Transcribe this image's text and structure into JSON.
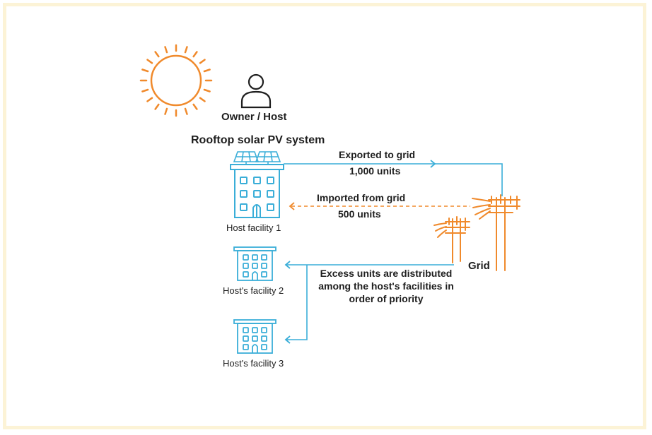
{
  "owner_label": "Owner / Host",
  "system_label": "Rooftop solar PV system",
  "export": {
    "line1": "Exported to grid",
    "line2": "1,000 units"
  },
  "import": {
    "line1": "Imported from grid",
    "line2": "500 units"
  },
  "grid_label": "Grid",
  "facilities": [
    "Host facility 1",
    "Host's facility 2",
    "Host's facility 3"
  ],
  "excess_note": [
    "Excess units are distributed",
    "among the host's facilities in",
    "order of priority"
  ],
  "colors": {
    "blue": "#3aaed8",
    "orange": "#f08a2c",
    "border": "#fcf3d6",
    "text": "#1e1e1e"
  },
  "icons": [
    "sun-icon",
    "person-icon",
    "solar-panel-icon",
    "building-icon",
    "utility-pole-icon"
  ]
}
